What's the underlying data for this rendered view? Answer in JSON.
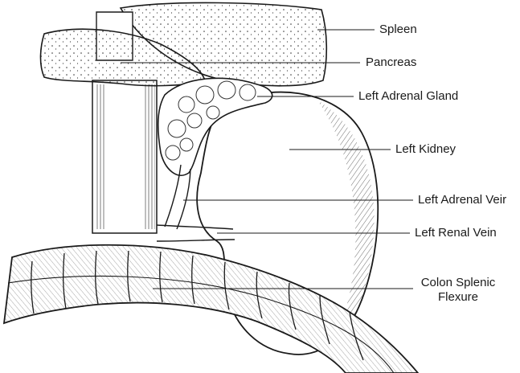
{
  "labels": {
    "spleen": "Spleen",
    "pancreas": "Pancreas",
    "left_adrenal_gland": "Left Adrenal Gland",
    "left_kidney": "Left Kidney",
    "left_adrenal_vein": "Left Adrenal Veir",
    "left_renal_vein": "Left Renal Vein",
    "colon_splenic_flexure_line1": "Colon Splenic",
    "colon_splenic_flexure_line2": "Flexure"
  },
  "colors": {
    "ink": "#1a1a1a",
    "background": "#ffffff"
  }
}
